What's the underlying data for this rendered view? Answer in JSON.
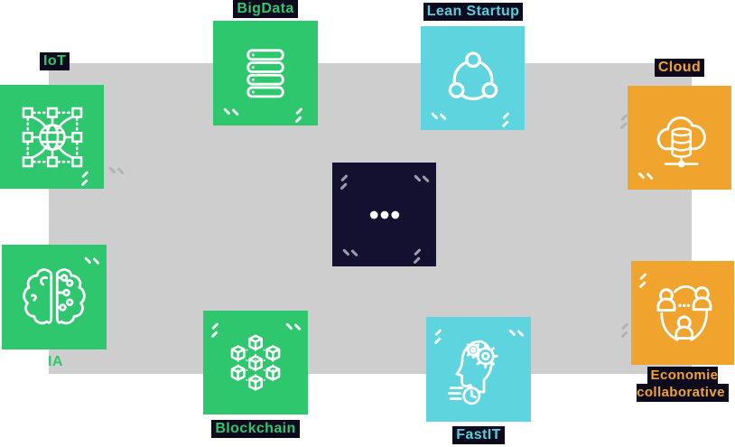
{
  "diagram": {
    "labels": {
      "iot": "IoT",
      "bigdata": "BigData",
      "lean_startup": "Lean Startup",
      "cloud": "Cloud",
      "ia": "IA",
      "blockchain": "Blockchain",
      "fastit": "FastIT",
      "economie": "Economie collaborative"
    },
    "colors": {
      "green": "#2FC76E",
      "teal": "#5ED4DE",
      "orange": "#F0A42E",
      "navy": "#14102F",
      "backdrop_gray": "#CECECE",
      "label_highlight": "#0D0A1E",
      "icon_stroke": "#FFFFFF"
    },
    "icons": {
      "iot": "iot-network-globe-icon",
      "bigdata": "server-stack-icon",
      "lean_startup": "cycle-nodes-icon",
      "cloud": "cloud-database-icon",
      "center": "ellipsis-icon",
      "ia": "brain-circuit-icon",
      "blockchain": "linked-cubes-icon",
      "fastit": "head-gears-clock-icon",
      "economie": "people-network-icon"
    }
  }
}
